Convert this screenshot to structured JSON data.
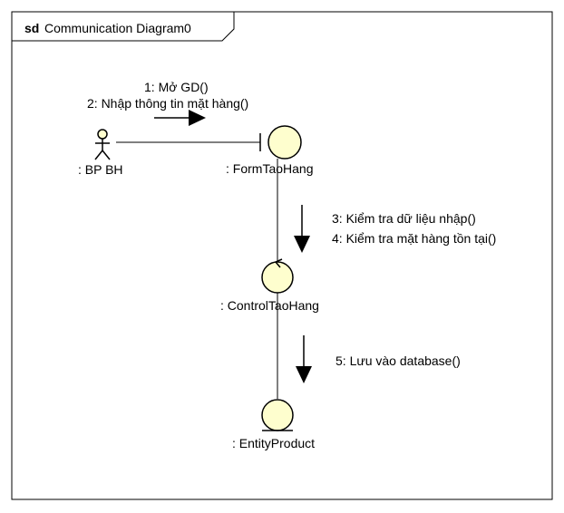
{
  "frame": {
    "keyword": "sd",
    "name": "Communication Diagram0"
  },
  "lifelines": {
    "actor": ": BP BH",
    "boundary": ": FormTaoHang",
    "control": ": ControlTaoHang",
    "entity": ": EntityProduct"
  },
  "messages": {
    "m1": "1: Mở GD()",
    "m2": "2: Nhập thông tin mặt hàng()",
    "m3": "3: Kiểm tra dữ liệu nhập()",
    "m4": "4: Kiểm tra mặt hàng tồn tại()",
    "m5": "5: Lưu vào database()"
  },
  "colors": {
    "object_fill": "#fefece",
    "stroke": "#000000",
    "background": "#ffffff"
  }
}
